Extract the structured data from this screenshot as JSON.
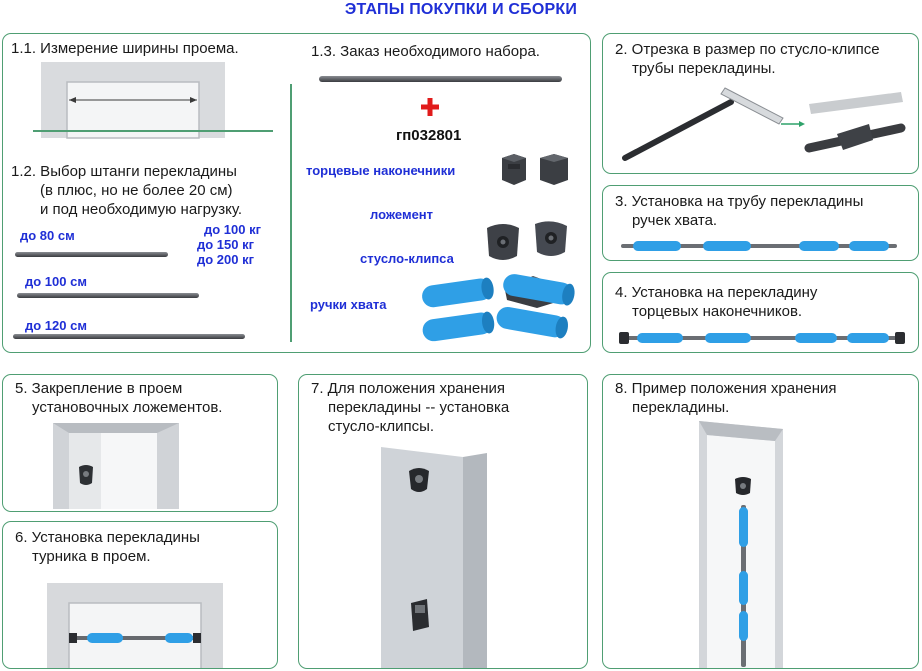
{
  "title": "ЭТАПЫ ПОКУПКИ И СБОРКИ",
  "colors": {
    "accent": "#1f2fd6",
    "border": "#4f9e73",
    "grip": "#2f9fe6",
    "plus": "#e11b1b",
    "bar": "#4a4d52"
  },
  "step_1_1": {
    "text": "1.1. Измерение ширины проема."
  },
  "step_1_2": {
    "lines": [
      "1.2. Выбор штанги перекладины",
      "(в плюс, но не более 20 см)",
      "и под необходимую нагрузку."
    ],
    "lengths": [
      "до 80 см",
      "до 100 см",
      "до 120 см"
    ],
    "loads": [
      "до 100 кг",
      "до 150 кг",
      "до 200 кг"
    ]
  },
  "step_1_3": {
    "text": "1.3. Заказ необходимого набора.",
    "code": "гп032801",
    "parts": [
      "торцевые наконечники",
      "ложемент",
      "стусло-клипса",
      "ручки хвата"
    ]
  },
  "step_2": {
    "lines": [
      "2. Отрезка в размер по стусло-клипсе",
      "трубы перекладины."
    ]
  },
  "step_3": {
    "lines": [
      "3. Установка на трубу перекладины",
      "ручек хвата."
    ]
  },
  "step_4": {
    "lines": [
      "4. Установка на перекладину",
      "торцевых наконечников."
    ]
  },
  "step_5": {
    "lines": [
      "5. Закрепление в проем",
      "установочных ложементов."
    ]
  },
  "step_6": {
    "lines": [
      "6. Установка перекладины",
      "турника в проем."
    ]
  },
  "step_7": {
    "lines": [
      "7. Для положения хранения",
      "перекладины -- установка",
      "стусло-клипсы."
    ]
  },
  "step_8": {
    "lines": [
      "8. Пример положения хранения",
      "перекладины."
    ]
  }
}
